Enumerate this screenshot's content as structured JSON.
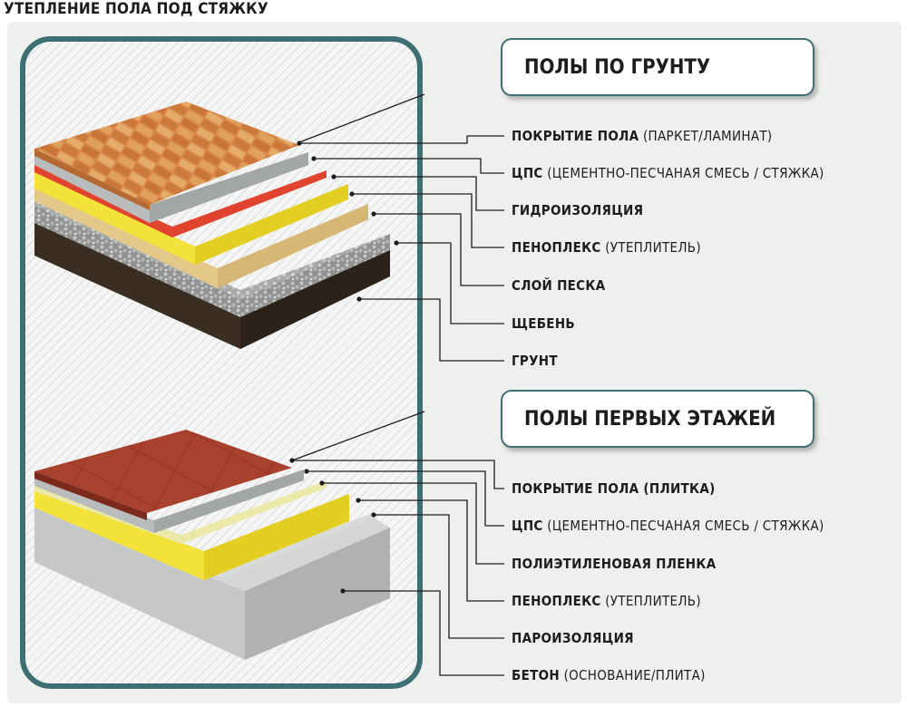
{
  "title": "УТЕПЛЕНИЕ ПОЛА ПОД СТЯЖКУ",
  "sections": [
    {
      "heading": "ПОЛЫ ПО ГРУНТУ",
      "layers": [
        {
          "name": "ПОКРЫТИЕ ПОЛА",
          "note": " (ПАРКЕТ/ЛАМИНАТ)"
        },
        {
          "name": "ЦПС",
          "note": " (ЦЕМЕНТНО-ПЕСЧАНАЯ СМЕСЬ / СТЯЖКА)"
        },
        {
          "name": "ГИДРОИЗОЛЯЦИЯ",
          "note": ""
        },
        {
          "name": "ПЕНОПЛЕКС",
          "note": " (УТЕПЛИТЕЛЬ)"
        },
        {
          "name": "СЛОЙ ПЕСКА",
          "note": ""
        },
        {
          "name": "ЩЕБЕНЬ",
          "note": ""
        },
        {
          "name": "ГРУНТ",
          "note": ""
        }
      ]
    },
    {
      "heading": "ПОЛЫ ПЕРВЫХ ЭТАЖЕЙ",
      "layers": [
        {
          "name": "ПОКРЫТИЕ ПОЛА (ПЛИТКА)",
          "note": ""
        },
        {
          "name": "ЦПС",
          "note": " (ЦЕМЕНТНО-ПЕСЧАНАЯ СМЕСЬ / СТЯЖКА)"
        },
        {
          "name": "ПОЛИЭТИЛЕНОВАЯ ПЛЕНКА",
          "note": ""
        },
        {
          "name": "ПЕНОПЛЕКС",
          "note": " (УТЕПЛИТЕЛЬ)"
        },
        {
          "name": "ПАРОИЗОЛЯЦИЯ",
          "note": ""
        },
        {
          "name": "БЕТОН",
          "note": " (ОСНОВАНИЕ/ПЛИТА)"
        }
      ]
    }
  ],
  "colors": {
    "frame": "#3d6f73",
    "parquet": "#d9894a",
    "screed": "#b9bcbc",
    "waterproof": "#e0442e",
    "foam": "#f2e23a",
    "sand": "#e4c889",
    "gravel": "#8f9290",
    "soil": "#3a2e22",
    "tile": "#9e3a28",
    "concrete": "#c6c8c8"
  }
}
